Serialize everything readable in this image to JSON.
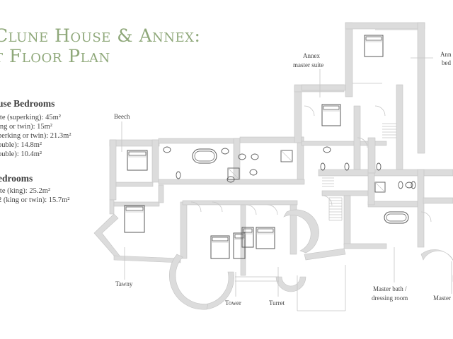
{
  "title": {
    "line1": "Clune House & Annex:",
    "line2": "t Floor Plan"
  },
  "house_bedrooms": {
    "heading": "use Bedrooms",
    "items": [
      "ite (superking): 45m²",
      "ing or twin): 15m²",
      "perking or twin): 21.3m²",
      "ouble): 14.8m²",
      "ouble): 10.4m²"
    ]
  },
  "annex_bedrooms": {
    "heading": "edrooms",
    "items": [
      "ite (king): 25.2m²",
      "2 (king or twin): 15.7m²"
    ]
  },
  "plan_labels": {
    "beech": "Beech",
    "tawny": "Tawny",
    "tower": "Tower",
    "turret": "Turret",
    "annex_master_1": "Annex",
    "annex_master_2": "master suite",
    "annex_bed_1": "Ann",
    "annex_bed_2": "bed",
    "master_bath_1": "Master bath /",
    "master_bath_2": "dressing room",
    "master_cut": "Master"
  },
  "colors": {
    "title": "#8fa87a",
    "text": "#3c3c3c",
    "walls": "#dcdcdc",
    "wall_stroke": "#c4c4c4",
    "fixtures": "#5a5a5a"
  }
}
